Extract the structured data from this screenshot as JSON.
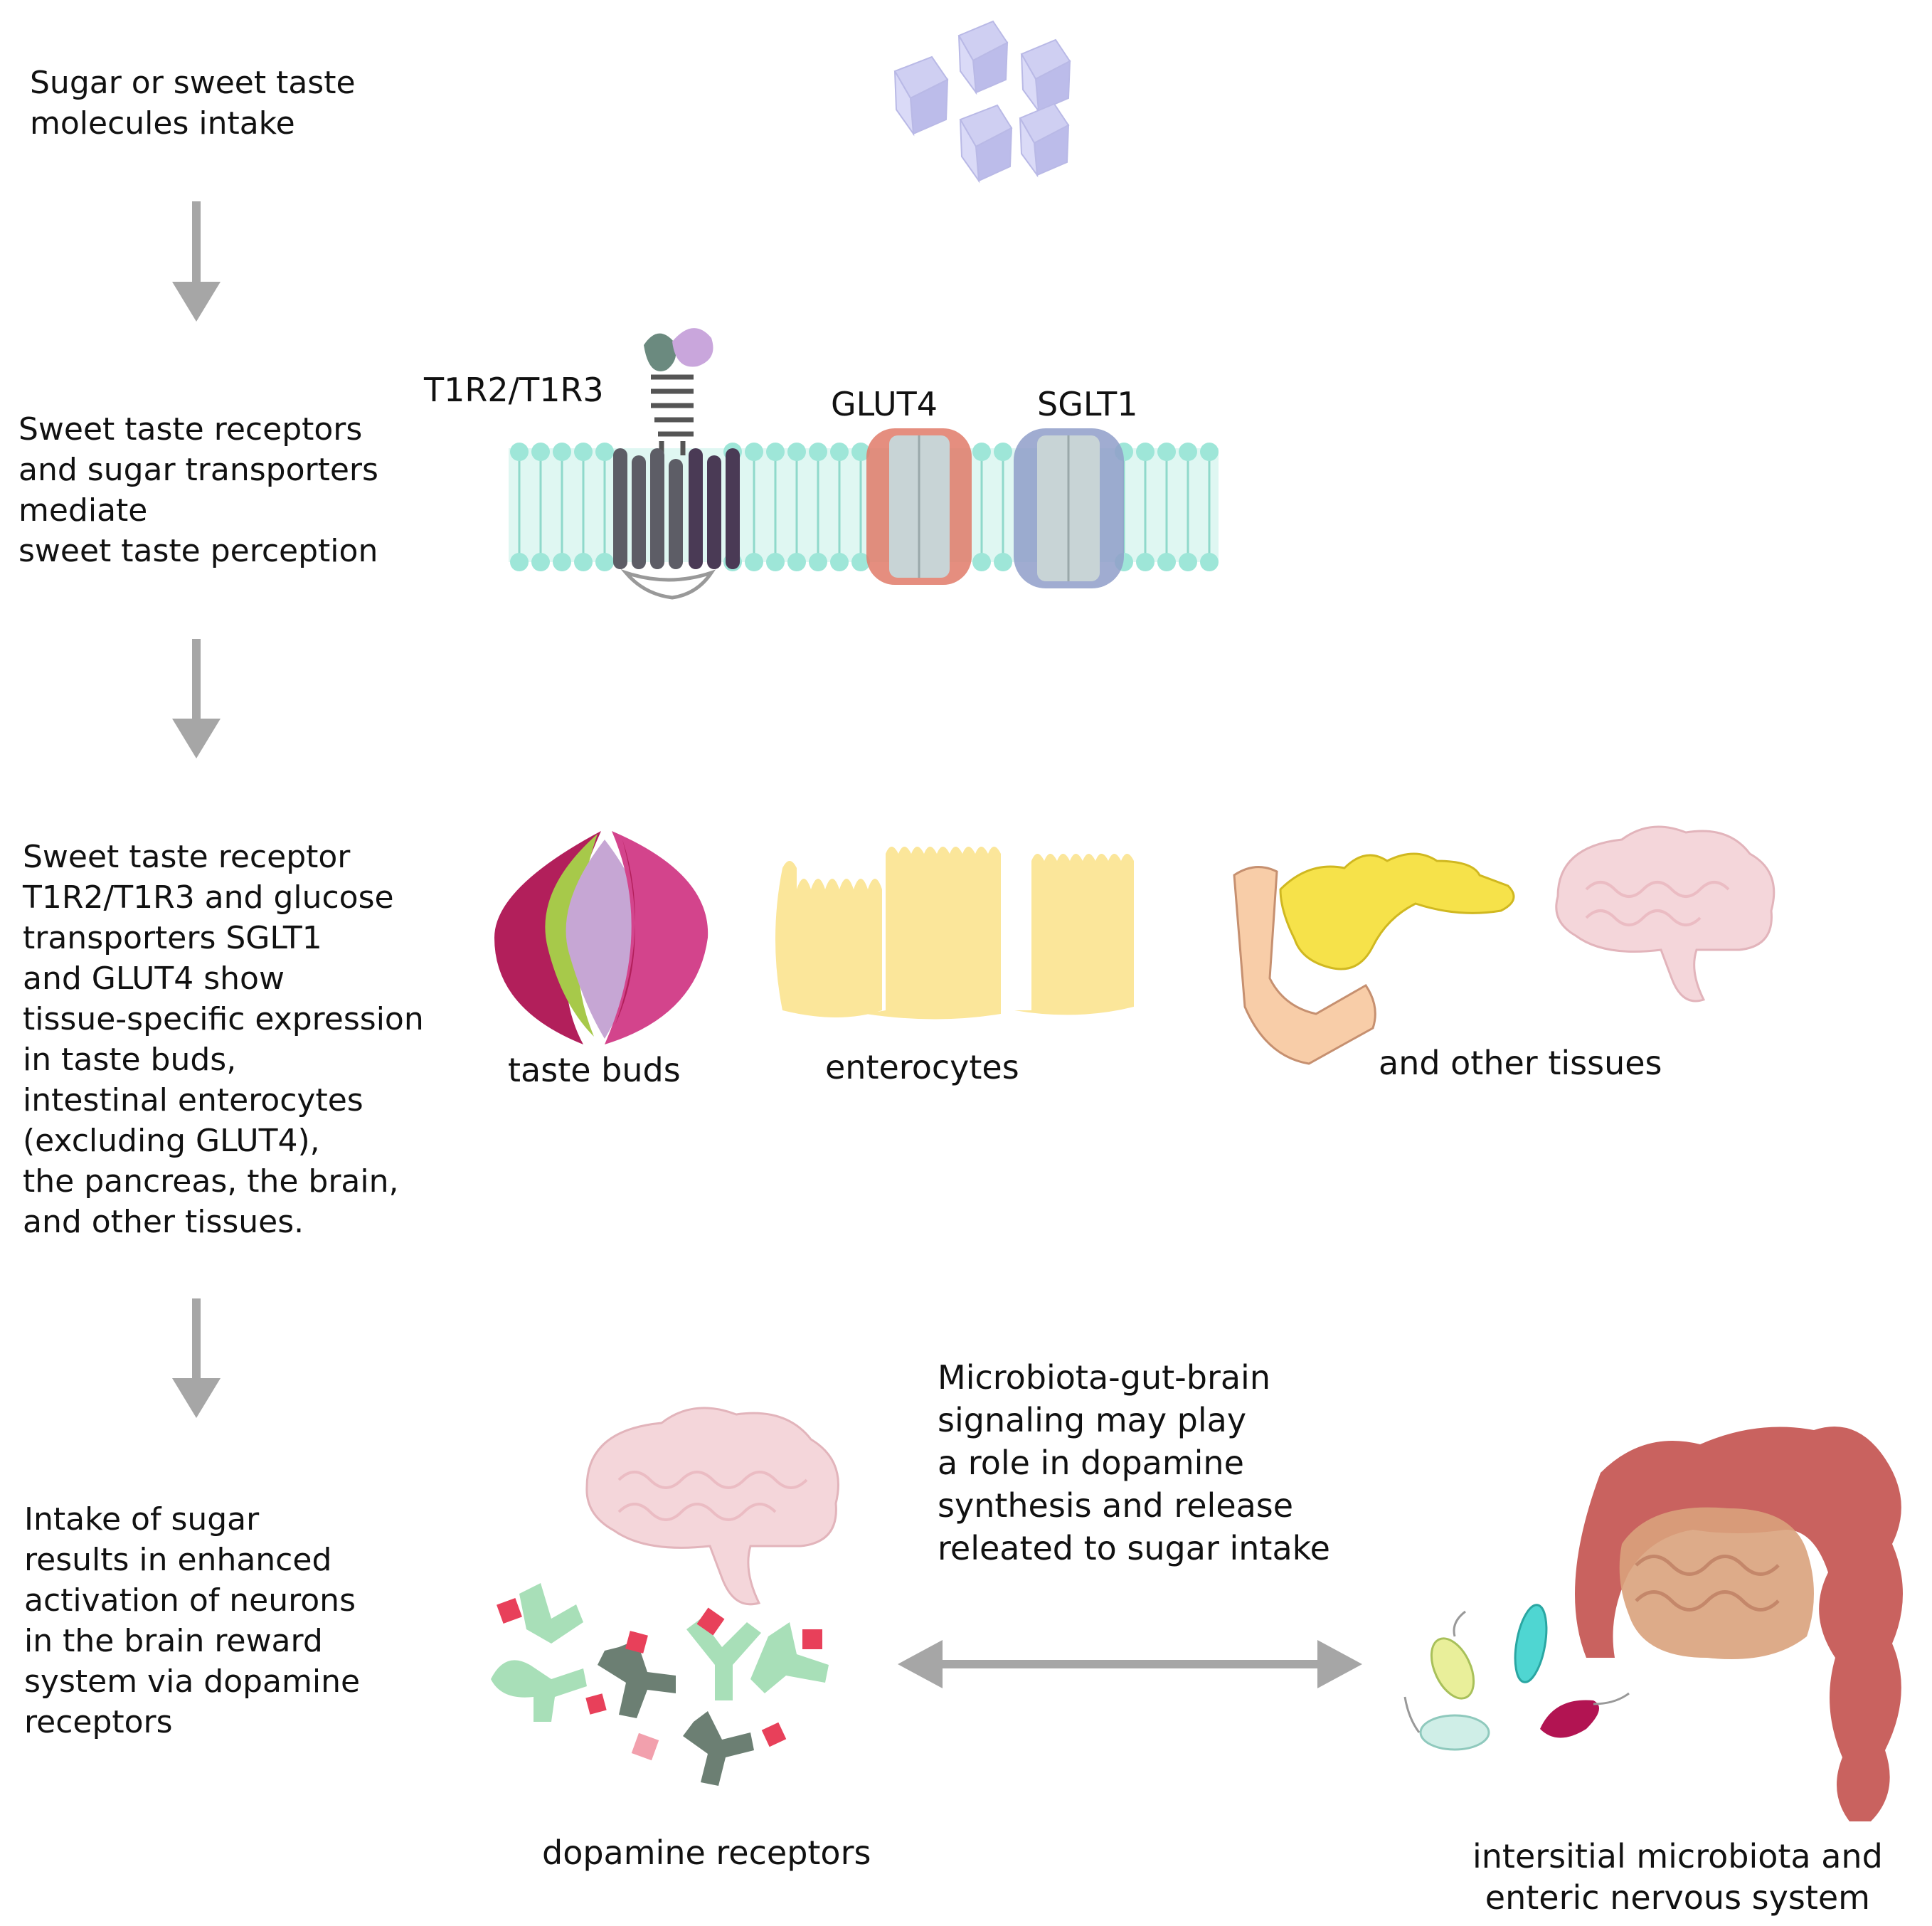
{
  "steps": [
    {
      "text": "Sugar or sweet taste\nmolecules intake"
    },
    {
      "text": "Sweet taste receptors\nand sugar transporters\nmediate\nsweet taste perception"
    },
    {
      "text": "Sweet taste receptor\nT1R2/T1R3 and glucose\ntransporters SGLT1\nand GLUT4 show\ntissue-specific expression\nin taste buds,\nintestinal enterocytes\n(excluding GLUT4),\nthe pancreas, the brain,\nand other tissues."
    },
    {
      "text": "Intake of sugar\nresults in enhanced\nactivation of neurons\nin the brain reward\nsystem via dopamine\nreceptors"
    }
  ],
  "labels": {
    "t1r2_t1r3": "T1R2/T1R3",
    "glut4": "GLUT4",
    "sglt1": "SGLT1",
    "taste_buds": "taste buds",
    "enterocytes": "enterocytes",
    "other_tissues": "and other tissues",
    "microbiota_note": "Microbiota-gut-brain\nsignaling may play\na role in dopamine\nsynthesis and release\nreleated to sugar intake",
    "dopamine_receptors": "dopamine receptors",
    "microbiota_enteric": "intersitial microbiota and\nenteric nervous system"
  },
  "colors": {
    "arrow": "#a6a6a6",
    "membrane": "#bfeee6",
    "membrane_head": "#9ee6d8",
    "glut4": "#e07a68",
    "sglt1": "#8f9ec9",
    "sugar_cube": "#c9c9ef",
    "enterocyte": "#fbe69a",
    "pancreas": "#f6e24a",
    "brain": "#f2c9cf",
    "colon": "#c9625f",
    "receptor_light": "#a8dfb8",
    "receptor_dark": "#6c7f73",
    "dopamine": "#e8405a"
  }
}
